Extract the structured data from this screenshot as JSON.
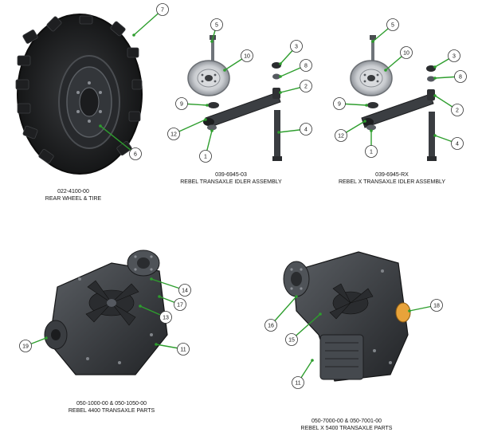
{
  "captions": [
    {
      "id": "wheel",
      "part": "022-4100-00",
      "name": "REAR WHEEL & TIRE"
    },
    {
      "id": "idler",
      "part": "039-6945-03",
      "name": "REBEL TRANSAXLE IDLER ASSEMBLY"
    },
    {
      "id": "idlerx",
      "part": "039-6945-RX",
      "name": "REBEL X TRANSAXLE IDLER ASSEMBLY"
    },
    {
      "id": "t4400",
      "part": "050-1000-00 & 050-1050-00",
      "name": "REBEL 4400 TRANSAXLE PARTS"
    },
    {
      "id": "t5400",
      "part": "050-7000-00 & 050-7001-00",
      "name": "REBEL X 5400 TRANSAXLE PARTS"
    }
  ],
  "callouts": [
    {
      "n": "7"
    },
    {
      "n": "6"
    },
    {
      "n": "5"
    },
    {
      "n": "10"
    },
    {
      "n": "3"
    },
    {
      "n": "8"
    },
    {
      "n": "2"
    },
    {
      "n": "9"
    },
    {
      "n": "12"
    },
    {
      "n": "1"
    },
    {
      "n": "4"
    },
    {
      "n": "5"
    },
    {
      "n": "10"
    },
    {
      "n": "3"
    },
    {
      "n": "8"
    },
    {
      "n": "2"
    },
    {
      "n": "9"
    },
    {
      "n": "12"
    },
    {
      "n": "1"
    },
    {
      "n": "4"
    },
    {
      "n": "14"
    },
    {
      "n": "17"
    },
    {
      "n": "13"
    },
    {
      "n": "19"
    },
    {
      "n": "11"
    },
    {
      "n": "18"
    },
    {
      "n": "16"
    },
    {
      "n": "15"
    },
    {
      "n": "11"
    }
  ],
  "colors": {
    "accent": "#2e9e2e",
    "metal": "#6f747a",
    "dark": "#2b2d30",
    "orange": "#e8a33a"
  }
}
